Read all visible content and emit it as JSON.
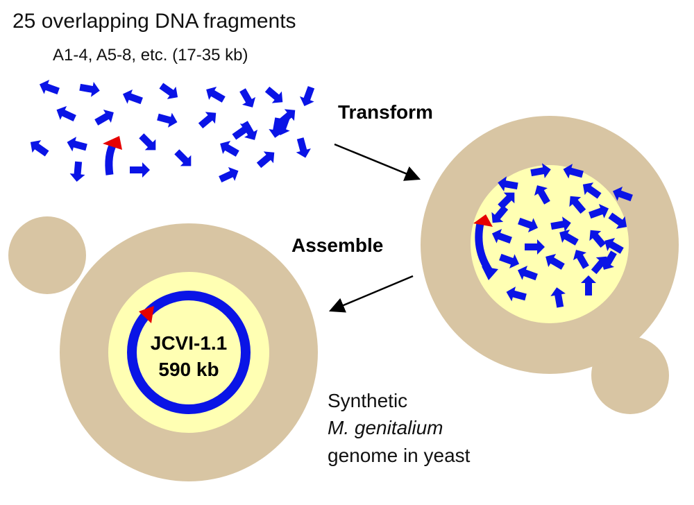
{
  "header": {
    "title": "25 overlapping DNA fragments",
    "subtitle": "A1-4, A5-8, etc. (17-35 kb)"
  },
  "steps": {
    "transform": "Transform",
    "assemble": "Assemble"
  },
  "genome": {
    "name": "JCVI-1.1",
    "size": "590 kb"
  },
  "caption": {
    "line1": "Synthetic",
    "line2": "M. genitalium",
    "line3": "genome in yeast"
  },
  "colors": {
    "fragment": "#0a14e6",
    "marker": "#e60000",
    "cell_wall": "#d8c5a3",
    "nucleus": "#ffffb3",
    "arrow": "#000000"
  }
}
